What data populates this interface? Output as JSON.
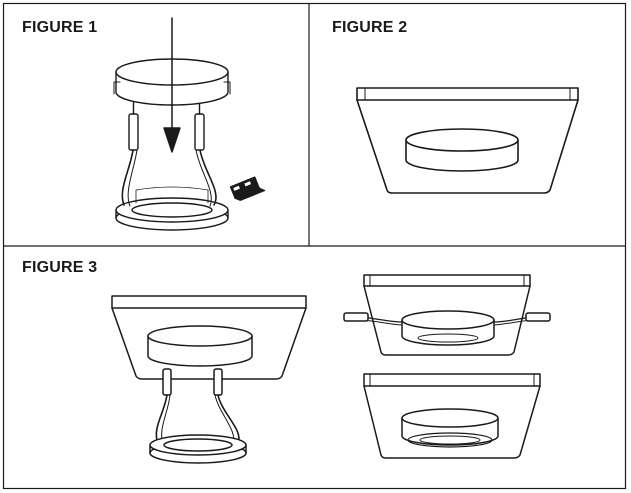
{
  "figures": [
    {
      "label": "FIGURE 1",
      "depicts": "puck-light-wiring-connector-icon"
    },
    {
      "label": "FIGURE 2",
      "depicts": "square-trim-with-puck-light-icon"
    },
    {
      "label": "FIGURE 3",
      "depicts": "installation-sequence-icon"
    }
  ],
  "colors": {
    "line": "#1a1a1a",
    "background": "#ffffff"
  }
}
